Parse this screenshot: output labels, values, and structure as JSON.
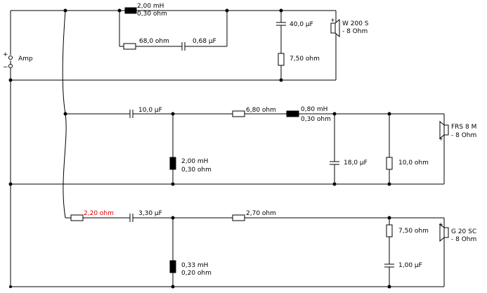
{
  "amp": {
    "label": "Amp",
    "plus": "+",
    "minus": "−"
  },
  "woofer": {
    "name": "W 200 S",
    "impedance": "- 8 Ohm",
    "series_inductor": {
      "value": "2,00 mH",
      "dcr": "0,30 ohm"
    },
    "zobel_resistor": "68,0 ohm",
    "zobel_capacitor": "0,68 µF",
    "shunt_capacitor": "40,0 µF",
    "shunt_resistor": "7,50 ohm"
  },
  "midrange": {
    "name": "FRS 8 M",
    "impedance": "- 8 Ohm",
    "series_capacitor": "10,0 µF",
    "shunt_inductor": {
      "value": "2,00 mH",
      "dcr": "0,30 ohm"
    },
    "series_resistor": "6,80 ohm",
    "series_inductor": {
      "value": "0,80 mH",
      "dcr": "0,30 ohm"
    },
    "shunt_capacitor": "18,0 µF",
    "shunt_resistor": "10,0 ohm"
  },
  "tweeter": {
    "name": "G 20 SC",
    "impedance": "- 8 Ohm",
    "input_resistor": "2,20 ohm",
    "input_resistor_color": "#e00000",
    "series_capacitor": "3,30 µF",
    "shunt_inductor": {
      "value": "0,33 mH",
      "dcr": "0,20 ohm"
    },
    "series_resistor": "2,70 ohm",
    "shunt_resistor": "7,50 ohm",
    "shunt_capacitor": "1,00 µF"
  }
}
